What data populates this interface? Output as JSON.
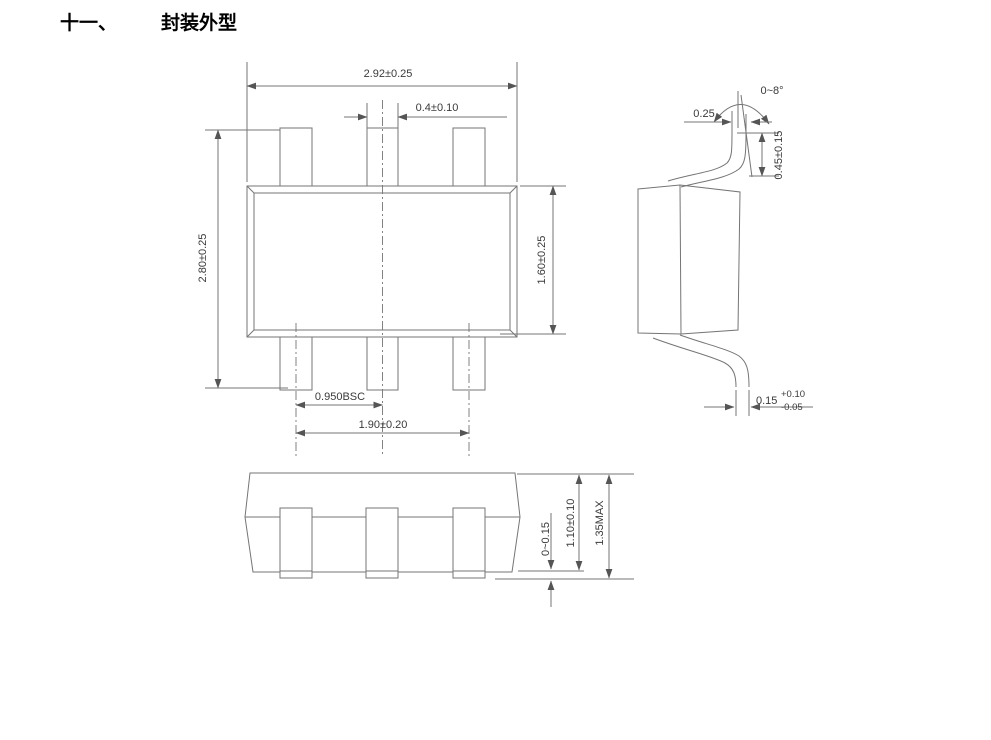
{
  "header": {
    "section_no": "十一、",
    "section_title": "封装外型"
  },
  "dimensions": {
    "top_view": {
      "body_width": "2.92±0.25",
      "lead_width": "0.4±0.10",
      "overall_length": "2.80±0.25",
      "body_length": "1.60±0.25",
      "lead_pitch": "0.950BSC",
      "lead_span": "1.90±0.20"
    },
    "side_view": {
      "lead_angle": "0~8°",
      "foot_length": "0.25",
      "foot_height": "0.45±0.15",
      "lead_thickness": "0.15",
      "lead_thickness_upper_tol": "+0.10",
      "lead_thickness_lower_tol": "-0.05"
    },
    "front_view": {
      "standoff": "0~0.15",
      "body_thickness": "1.10±0.10",
      "overall_height": "1.35MAX"
    }
  },
  "colors": {
    "line": "#757575",
    "text": "#3a3a3a",
    "title": "#000000",
    "background": "#ffffff"
  }
}
